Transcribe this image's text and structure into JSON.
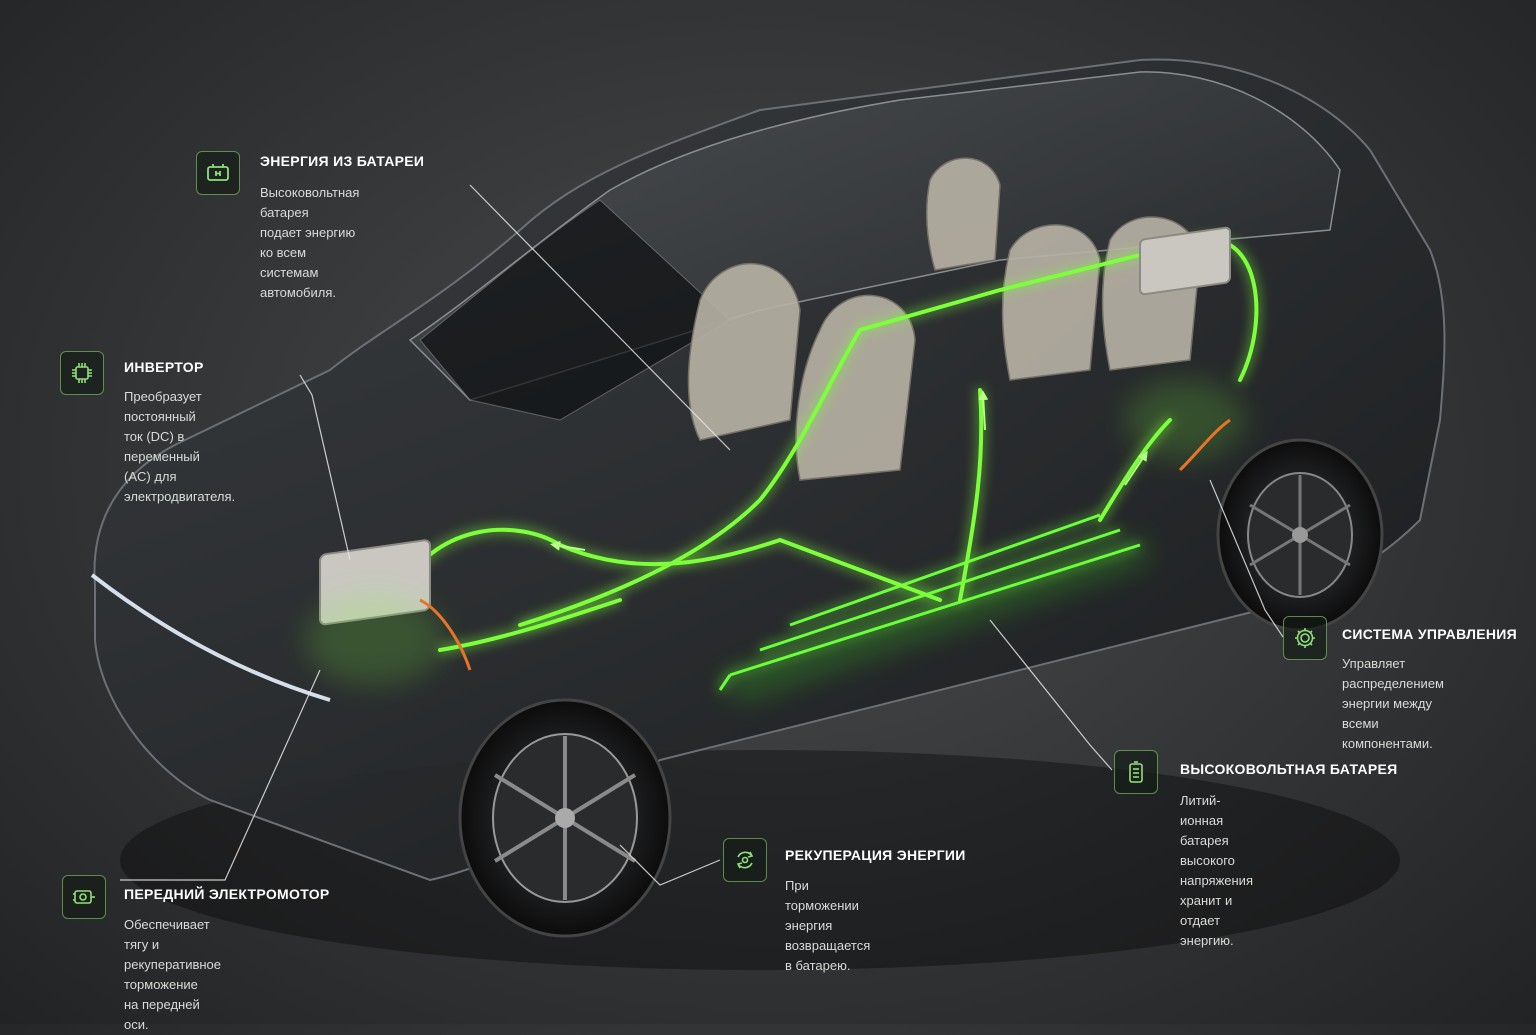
{
  "callouts": {
    "battery_energy": {
      "title": "ЭНЕРГИЯ ИЗ БАТАРЕИ",
      "desc": "Высоковольтная батарея\nподает энергию ко всем\nсистемам автомобиля.",
      "icon": "battery-plug-icon"
    },
    "inverter": {
      "title": "ИНВЕРТОР",
      "desc": "Преобразует постоянный\nток (DC) в переменный\n(AC) для электродвигателя.",
      "icon": "chip-icon"
    },
    "front_motor": {
      "title": "ПЕРЕДНИЙ ЭЛЕКТРОМОТОР",
      "desc": "Обеспечивает тягу и\nрекуперативное торможение\nна передней оси.",
      "icon": "motor-icon"
    },
    "regeneration": {
      "title": "РЕКУПЕРАЦИЯ ЭНЕРГИИ",
      "desc": "При торможении энергия\nвозвращается в батарею.",
      "icon": "recycle-icon"
    },
    "hv_battery": {
      "title": "ВЫСОКОВОЛЬТНАЯ БАТАРЕЯ",
      "desc": "Литий-ионная батарея высокого\nнапряжения хранит и отдает\nэнергию.",
      "icon": "battery-icon"
    },
    "control_system": {
      "title": "СИСТЕМА УПРАВЛЕНИЯ",
      "desc": "Управляет распределением\nэнергии между всеми\nкомпонентами.",
      "icon": "gear-icon"
    }
  },
  "colors": {
    "accent": "#7dff3a",
    "glow": "#39ff14",
    "icon_border": "#8fe07a",
    "title": "#ffffff",
    "text": "#d8dcd8",
    "cable": "#e8742a"
  }
}
